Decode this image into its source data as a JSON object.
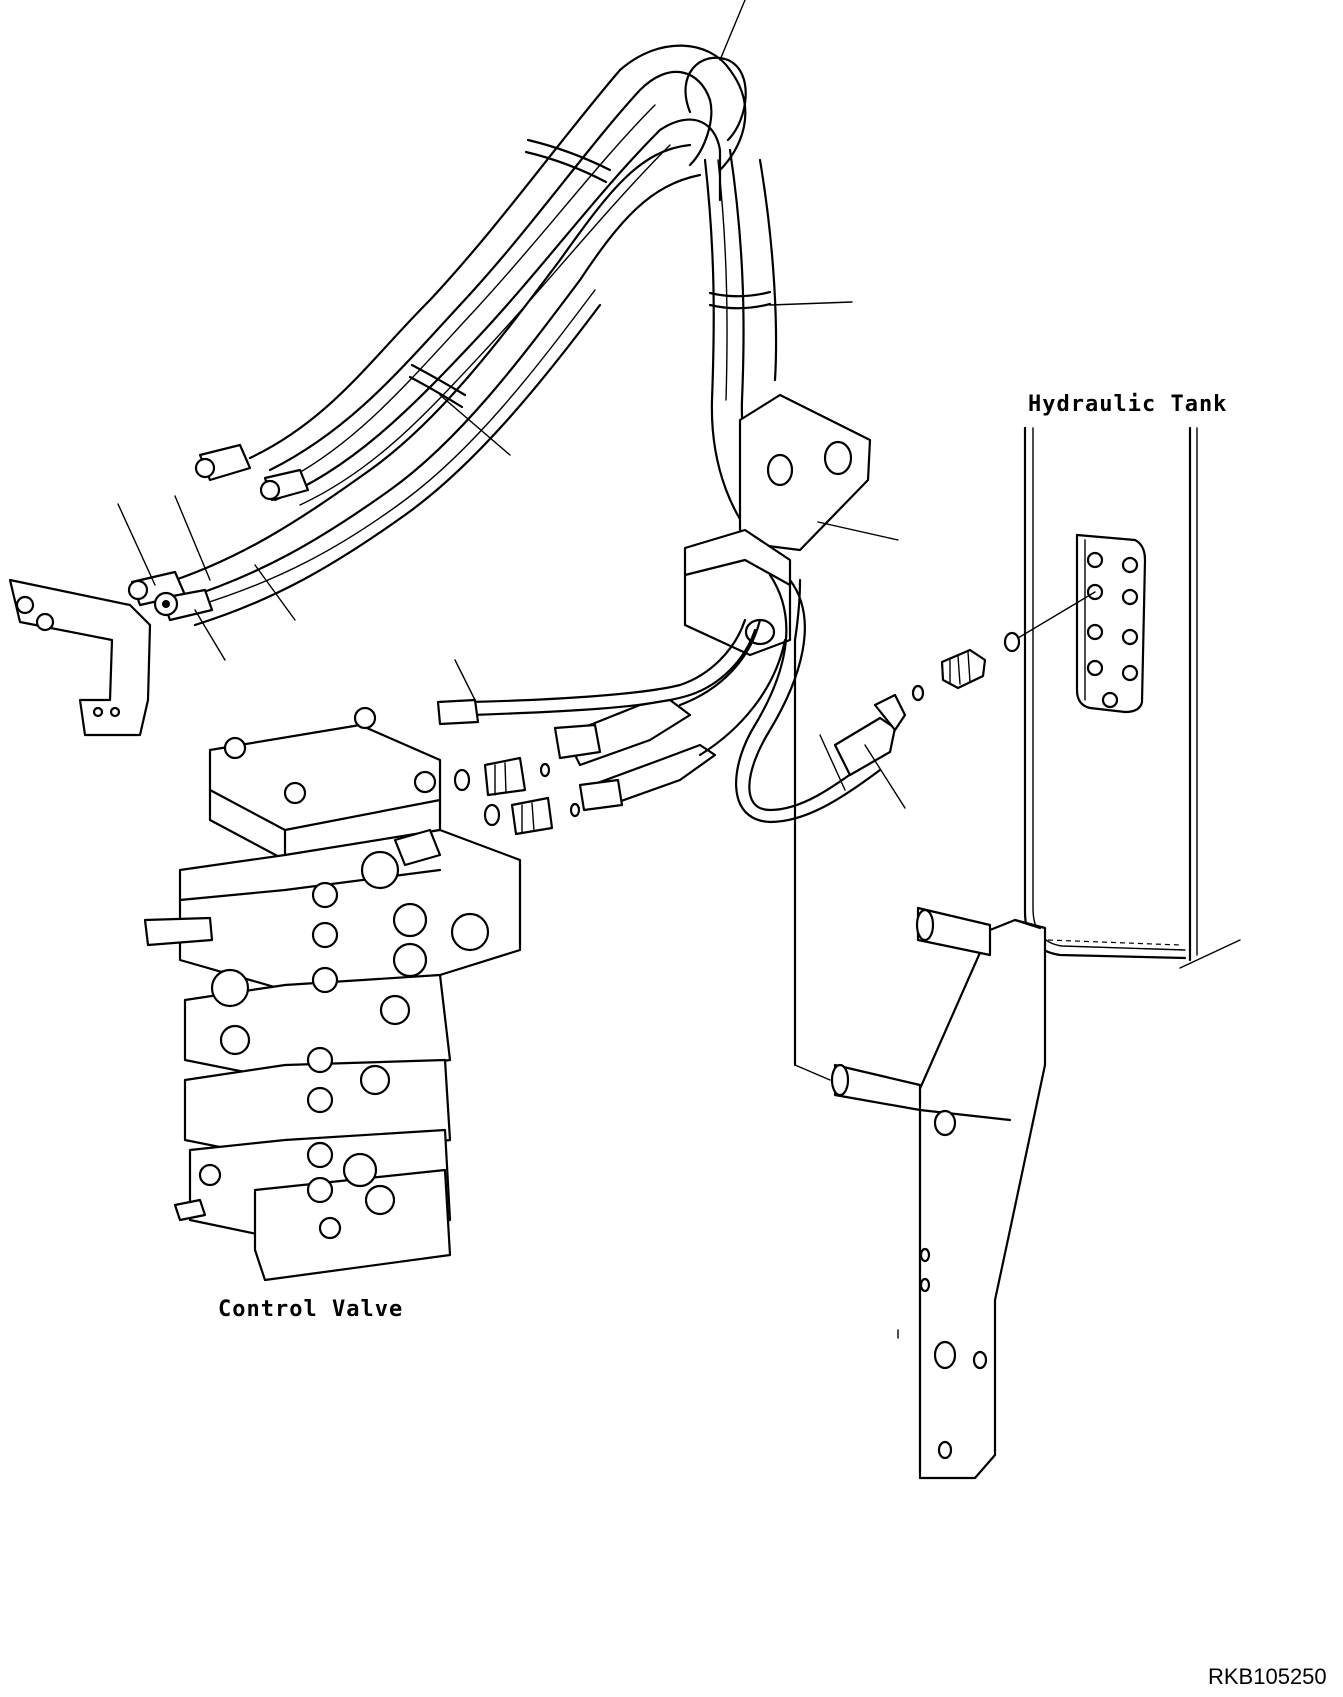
{
  "labels": {
    "hydraulic_tank": "Hydraulic Tank",
    "control_valve": "Control Valve",
    "drawing_code": "RKB105250"
  },
  "colors": {
    "line": "#000000",
    "background": "#ffffff"
  }
}
